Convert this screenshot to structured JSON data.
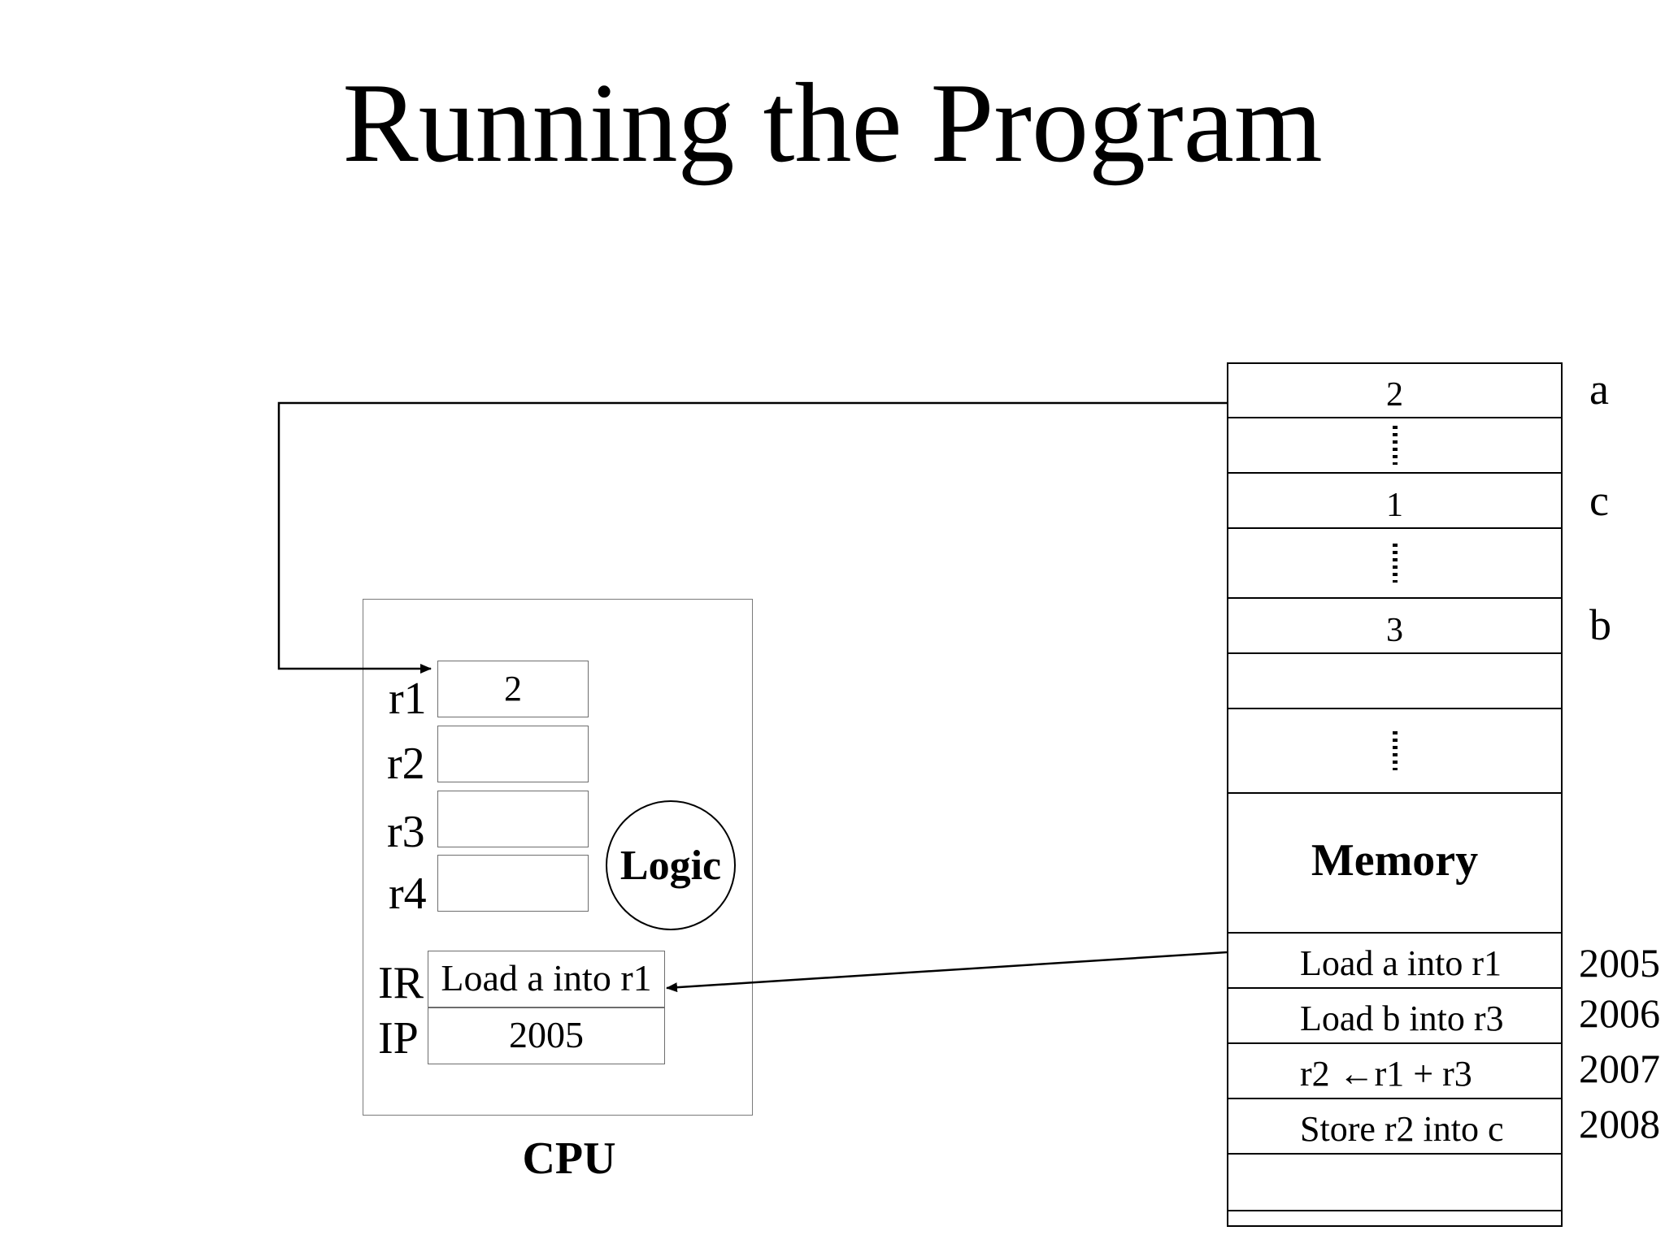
{
  "title": "Running the Program",
  "cpu": {
    "label": "CPU",
    "logic_label": "Logic",
    "registers": [
      {
        "name": "r1",
        "value": "2"
      },
      {
        "name": "r2",
        "value": ""
      },
      {
        "name": "r3",
        "value": ""
      },
      {
        "name": "r4",
        "value": ""
      }
    ],
    "ir": {
      "name": "IR",
      "value": "Load a into r1"
    },
    "ip": {
      "name": "IP",
      "value": "2005"
    }
  },
  "memory": {
    "label": "Memory",
    "cells": [
      {
        "value": "2",
        "side_label": "a"
      },
      {
        "value": "⋮",
        "side_label": ""
      },
      {
        "value": "1",
        "side_label": "c"
      },
      {
        "value": "⋮",
        "side_label": ""
      },
      {
        "value": "3",
        "side_label": "b"
      },
      {
        "value": "",
        "side_label": ""
      },
      {
        "value": "⋮",
        "side_label": ""
      }
    ],
    "instructions": [
      {
        "text": "Load a into r1",
        "address": "2005"
      },
      {
        "text": "Load b into r3",
        "address": "2006"
      },
      {
        "text": "r2 ←r1 + r3",
        "address": "2007"
      },
      {
        "text": "Store r2 into c",
        "address": "2008"
      }
    ]
  }
}
